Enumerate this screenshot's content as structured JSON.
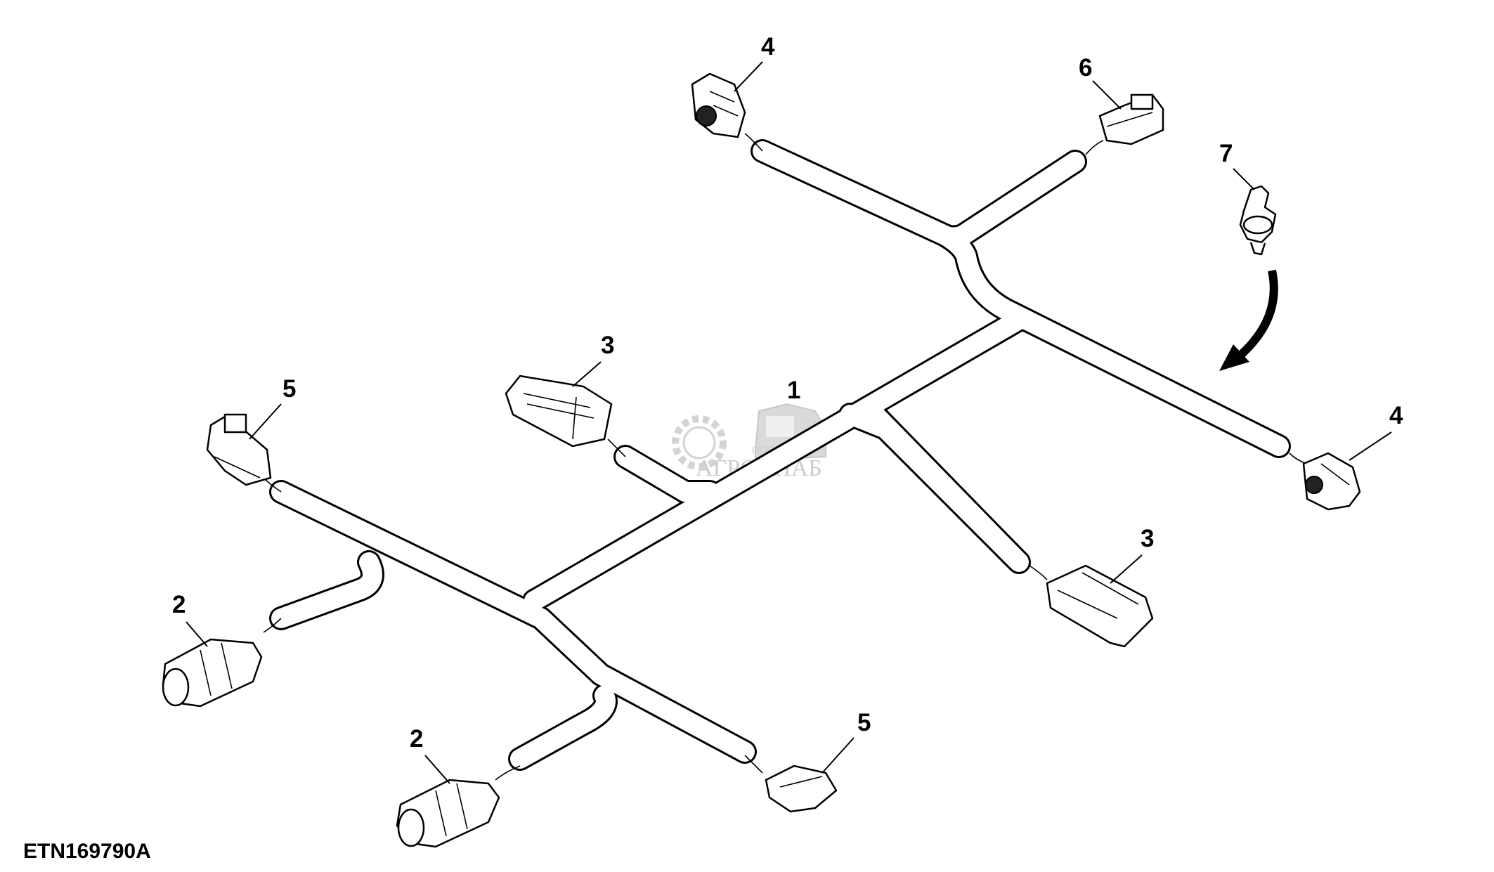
{
  "figure_id": "ETN169790A",
  "watermark": {
    "company_prefix": "ООО",
    "company_name": "АГРОСНАБ"
  },
  "callouts": {
    "c1": "1",
    "c2a": "2",
    "c2b": "2",
    "c3a": "3",
    "c3b": "3",
    "c4a": "4",
    "c4b": "4",
    "c5a": "5",
    "c5b": "5",
    "c6": "6",
    "c7": "7"
  }
}
